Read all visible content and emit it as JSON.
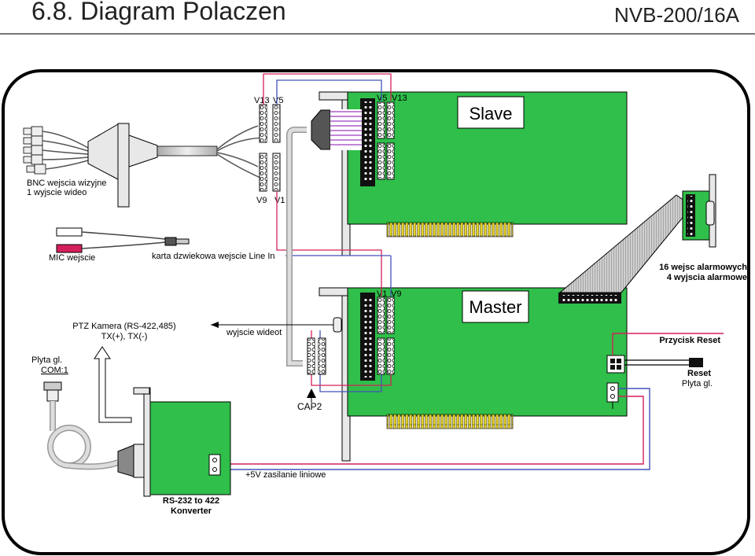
{
  "header": {
    "title": "6.8. Diagram Polaczen",
    "model": "NVB-200/16A"
  },
  "colors": {
    "board_green": "#2fbf4a",
    "board_edge": "#137a2a",
    "gold_contact": "#e3d12a",
    "wire_red": "#d4205a",
    "wire_blue": "#4452b8",
    "frame": "#000000"
  },
  "labels": {
    "slave": "Slave",
    "master": "Master",
    "v13_left": "V13",
    "v5_left": "V5",
    "v9_left": "V9",
    "v1_left": "V1",
    "v5_slave": "V5",
    "v13_slave": "V13",
    "v1_master": "V1",
    "v9_master": "V9",
    "bnc_line1": "BNC wejscia wizyjne",
    "bnc_line2": "1 wyjscie wideo",
    "mic": "MIC wejscie",
    "sound_card": "karta dzwiekowa wejscie Line In",
    "alarm_line1": "16 wejsc alarmowych",
    "alarm_line2": "4 wyjscia alarmowe",
    "ptz_line1": "PTZ Kamera (RS-422,485)",
    "ptz_line2": "TX(+), TX(-)",
    "video_out": "wyjscie wideot",
    "mainboard_line1": "Plyta gl.",
    "mainboard_line2": "COM:1",
    "reset_button": "Przycisk Reset",
    "reset_line1": "Reset",
    "reset_line2": "Plyta gl.",
    "cap2": "CAP2",
    "power": "+5V zasilanie liniowe",
    "converter_line1": "RS-232 to 422",
    "converter_line2": "Konverter"
  }
}
